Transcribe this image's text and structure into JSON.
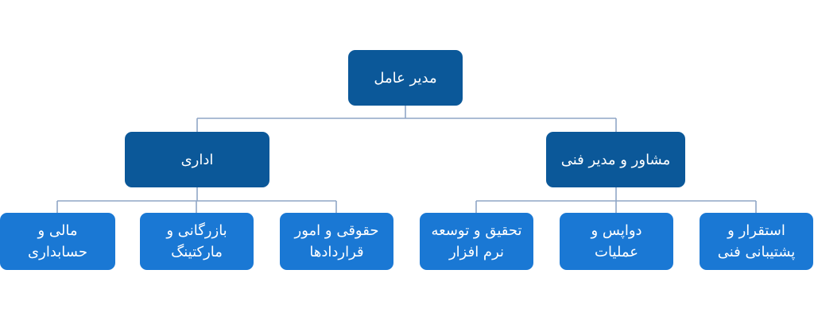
{
  "org_chart": {
    "ceo": "مدیر عامل",
    "admin": {
      "label": "اداری",
      "children": [
        "حقوقی و امور\nقراردادها",
        "بازرگانی و\nمارکتینگ",
        "مالی و\nحسابداری"
      ]
    },
    "tech": {
      "label": "مشاور و مدیر فنی",
      "children": [
        "استقرار و\nپشتیبانی فنی",
        "دواپس و\nعملیات",
        "تحقیق  و توسعه\nنرم افزار"
      ]
    }
  },
  "colors": {
    "dark_box": "#0b5899",
    "light_box": "#1a78d4",
    "connector": "#8fa6c6"
  }
}
